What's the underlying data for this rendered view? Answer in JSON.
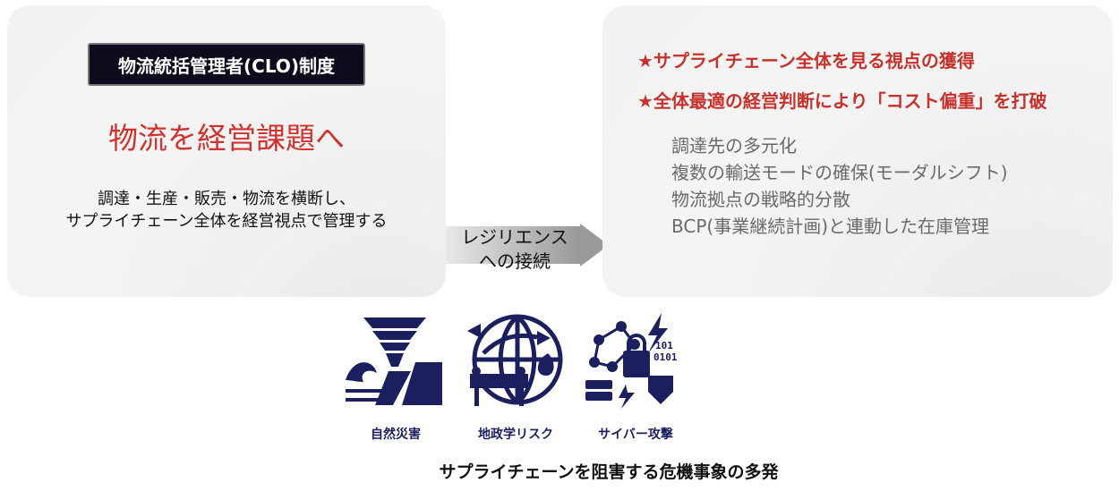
{
  "left": {
    "badge": "物流統括管理者(CLO)制度",
    "title": "物流を経営課題へ",
    "desc": [
      "調達・生産・販売・物流を横断し、",
      "サプライチェーン全体を経営視点で管理する"
    ]
  },
  "arrow": {
    "lines": [
      "レジリエンス",
      "への接続"
    ]
  },
  "right": {
    "highlights": [
      "★サプライチェーン全体を見る視点の獲得",
      "★全体最適の経営判断により「コスト偏重」を打破"
    ],
    "items": [
      "調達先の多元化",
      "複数の輸送モードの確保(モーダルシフト)",
      "物流拠点の戦略的分散",
      "BCP(事業継続計画)と連動した在庫管理"
    ]
  },
  "risks": [
    {
      "label": "自然災害",
      "icon": "natural-disaster-icon"
    },
    {
      "label": "地政学リスク",
      "icon": "geopolitical-icon"
    },
    {
      "label": "サイバー攻撃",
      "icon": "cyber-attack-icon"
    }
  ],
  "caption": "サプライチェーンを阻害する危機事象の多発",
  "colors": {
    "accent": "#d0322d",
    "icon": "#1b1f5e"
  }
}
